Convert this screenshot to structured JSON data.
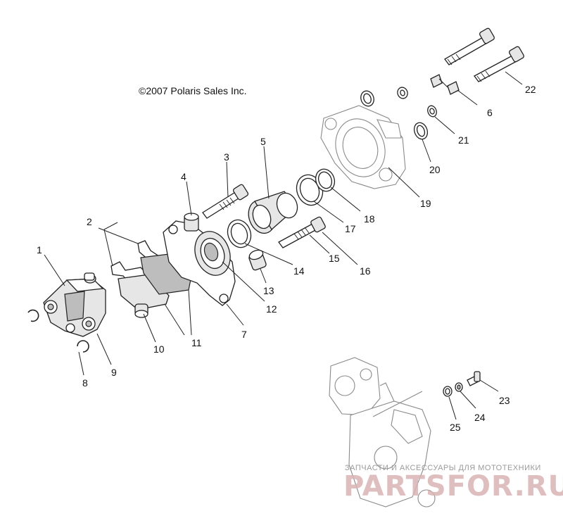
{
  "copyright": "©2007 Polaris Sales Inc.",
  "watermark": {
    "subtitle": "ЗАПЧАСТИ И АКСЕССУАРЫ ДЛЯ МОТОТЕХНИКИ",
    "logo_text": "PARTSFOR.RU",
    "color": "#d9b3b3"
  },
  "callouts": {
    "c1": "1",
    "c2": "2",
    "c3": "3",
    "c4": "4",
    "c5": "5",
    "c6": "6",
    "c7": "7",
    "c8": "8",
    "c9": "9",
    "c10": "10",
    "c11": "11",
    "c12": "12",
    "c13": "13",
    "c14": "14",
    "c15": "15",
    "c16": "16",
    "c17": "17",
    "c18": "18",
    "c19": "19",
    "c20": "20",
    "c21": "21",
    "c22": "22",
    "c23": "23",
    "c24": "24",
    "c25": "25"
  }
}
